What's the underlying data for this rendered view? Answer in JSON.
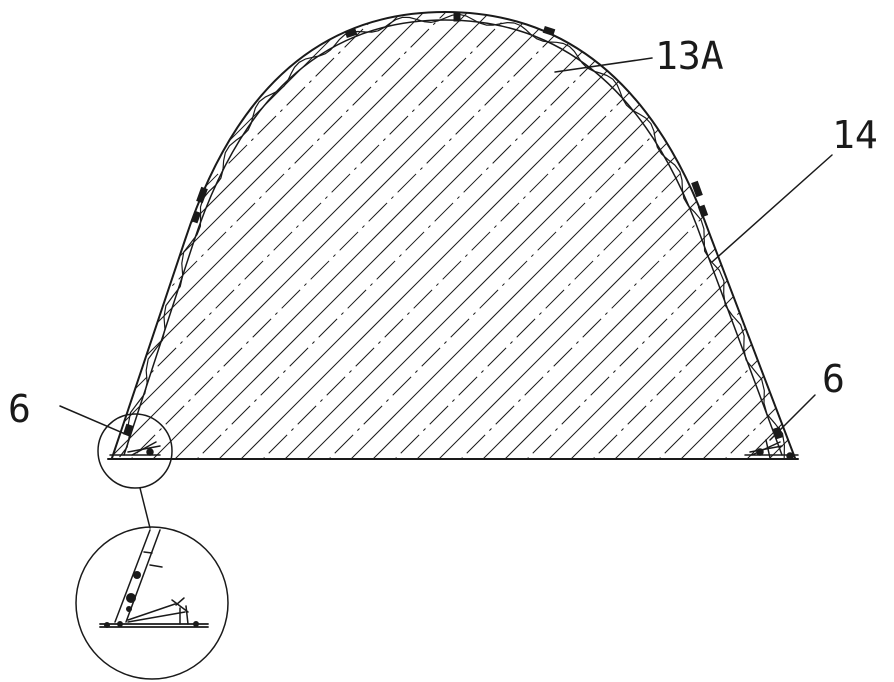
{
  "labels": {
    "part_13a": "13A",
    "part_14": "14",
    "part_6_left": "6",
    "part_6_right": "6"
  },
  "colors": {
    "line": "#1a1a1a",
    "background": "#ffffff"
  }
}
